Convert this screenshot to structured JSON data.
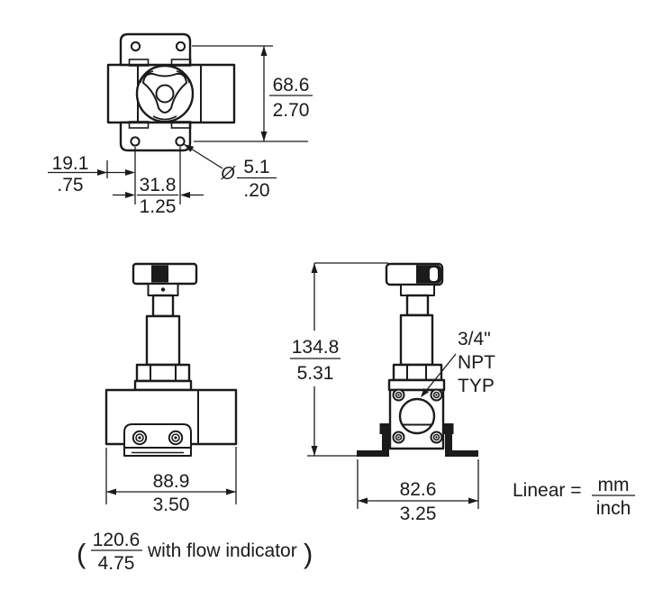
{
  "diagram": {
    "colors": {
      "line": "#1b1b1b",
      "background": "#ffffff"
    },
    "legend": {
      "label": "Linear =",
      "numerator": "mm",
      "denominator": "inch"
    },
    "top_view": {
      "dim_height_mm": "68.6",
      "dim_height_in": "2.70",
      "dim_offset_mm": "19.1",
      "dim_offset_in": ".75",
      "dim_spacing_mm": "31.8",
      "dim_spacing_in": "1.25",
      "dia_symbol": "Ø",
      "dim_hole_mm": "5.1",
      "dim_hole_in": ".20"
    },
    "front_view": {
      "dim_width_mm": "88.9",
      "dim_width_in": "3.50",
      "note_paren_open": "(",
      "note_mm": "120.6",
      "note_in": "4.75",
      "note_text": "with flow indicator",
      "note_paren_close": ")"
    },
    "side_view": {
      "dim_height_mm": "134.8",
      "dim_height_in": "5.31",
      "dim_width_mm": "82.6",
      "dim_width_in": "3.25",
      "port_line1": "3/4\"",
      "port_line2": "NPT",
      "port_line3": "TYP"
    }
  }
}
